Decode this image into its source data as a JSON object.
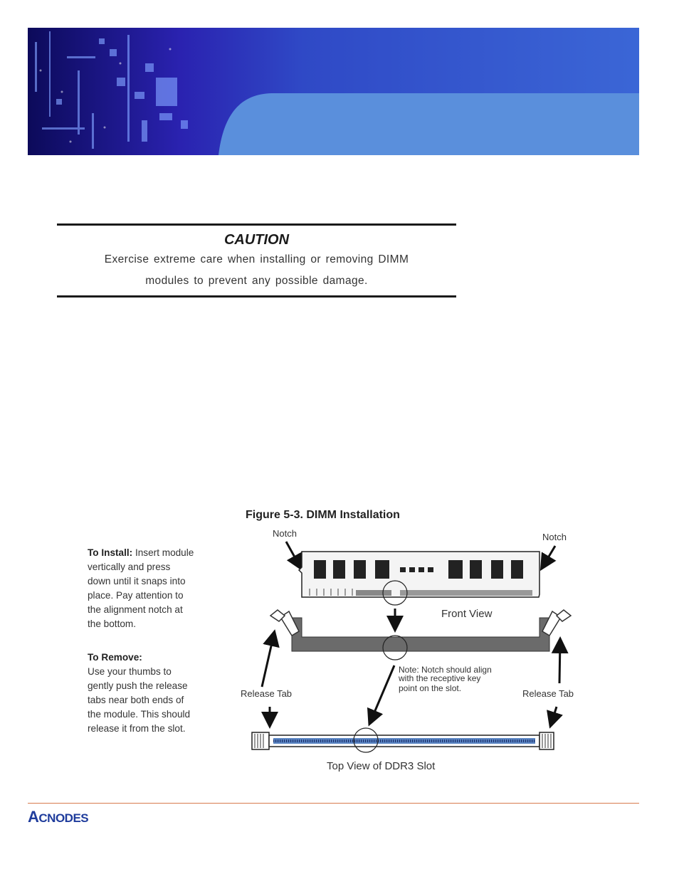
{
  "caution": {
    "title": "CAUTION",
    "line1": "Exercise extreme care when installing or removing DIMM",
    "line2": "modules to prevent any possible damage."
  },
  "figure": {
    "title": "Figure 5-3. DIMM  Installation",
    "notch_left": "Notch",
    "notch_right": "Notch",
    "front_view": "Front View",
    "note_line1": "Note: Notch should align",
    "note_line2": "with  the  receptive  key",
    "note_line3": "point  on  the  slot.",
    "release_left": "Release Tab",
    "release_right": "Release Tab",
    "top_view": "Top View of DDR3  Slot"
  },
  "install": {
    "label": "To Install:",
    "text_first": "Insert module",
    "lines": [
      "vertically and press",
      "down until it snaps into",
      "place. Pay attention to",
      "the alignment notch at",
      "the bottom."
    ]
  },
  "remove": {
    "label": "To Remove:",
    "lines": [
      "Use your thumbs to",
      "gently push the release",
      "tabs near both ends of",
      "the module.  This should",
      "release it from the slot."
    ]
  },
  "footer": {
    "logo_text": "ACNODES"
  },
  "colors": {
    "banner_dark": "#1e1a8c",
    "banner_light": "#5a8fdc",
    "logo_blue": "#1f3c9c",
    "footer_rule": "#d87b4d"
  }
}
